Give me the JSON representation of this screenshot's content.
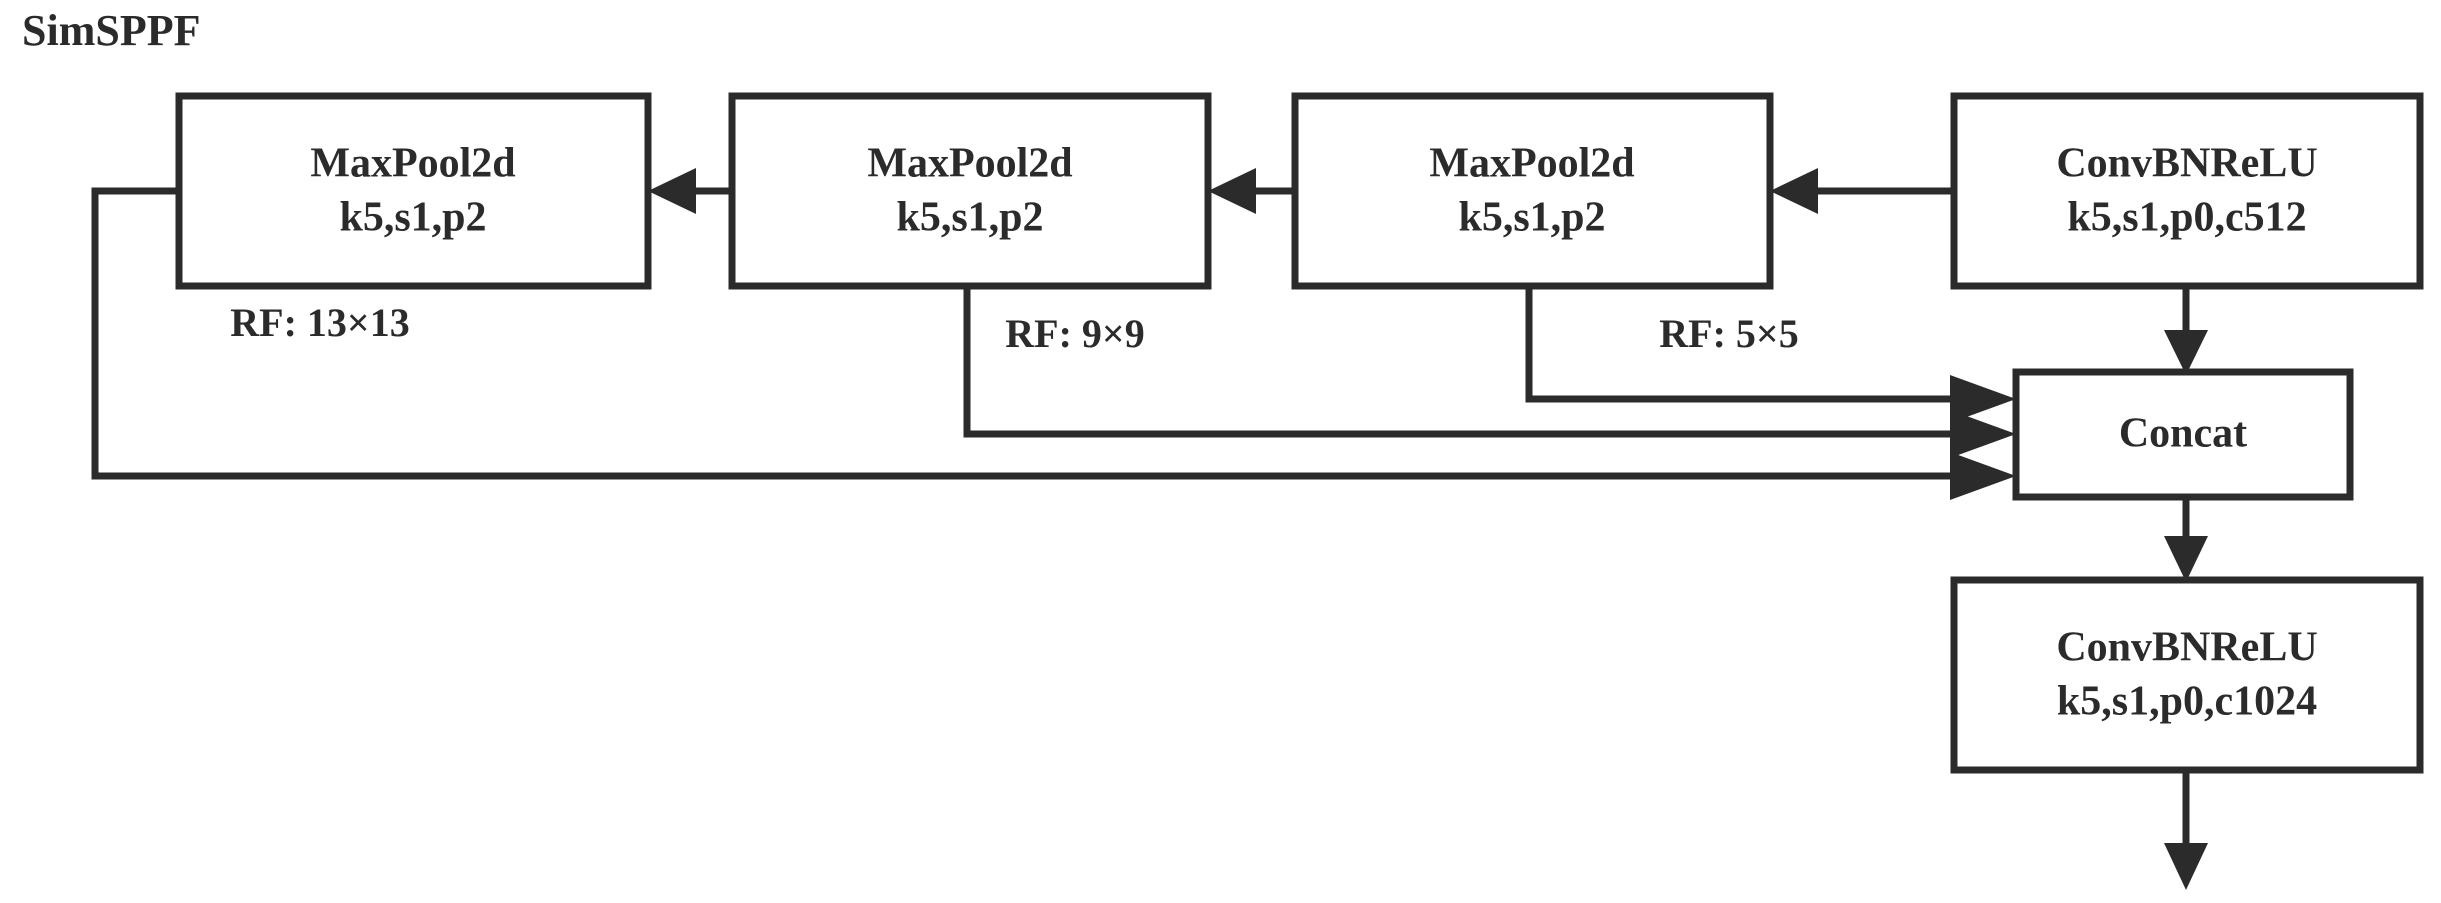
{
  "diagram": {
    "title": "SimSPPF",
    "type": "neural-network-block-diagram",
    "colors": {
      "stroke": "#2b2b2b",
      "fill": "#ffffff",
      "background": "#ffffff"
    },
    "nodes": [
      {
        "id": "maxpool-3",
        "name": "MaxPool2d",
        "line1": "MaxPool2d",
        "line2": "k5,s1,p2",
        "rf_label": "RF: 13×13"
      },
      {
        "id": "maxpool-2",
        "name": "MaxPool2d",
        "line1": "MaxPool2d",
        "line2": "k5,s1,p2",
        "rf_label": "RF: 9×9"
      },
      {
        "id": "maxpool-1",
        "name": "MaxPool2d",
        "line1": "MaxPool2d",
        "line2": "k5,s1,p2",
        "rf_label": "RF: 5×5"
      },
      {
        "id": "convbnrelu-in",
        "name": "ConvBNReLU",
        "line1": "ConvBNReLU",
        "line2": "k5,s1,p0,c512",
        "rf_label": ""
      },
      {
        "id": "concat",
        "name": "Concat",
        "line1": "Concat",
        "line2": "",
        "rf_label": ""
      },
      {
        "id": "convbnrelu-out",
        "name": "ConvBNReLU",
        "line1": "ConvBNReLU",
        "line2": "k5,s1,p0,c1024",
        "rf_label": ""
      }
    ]
  }
}
